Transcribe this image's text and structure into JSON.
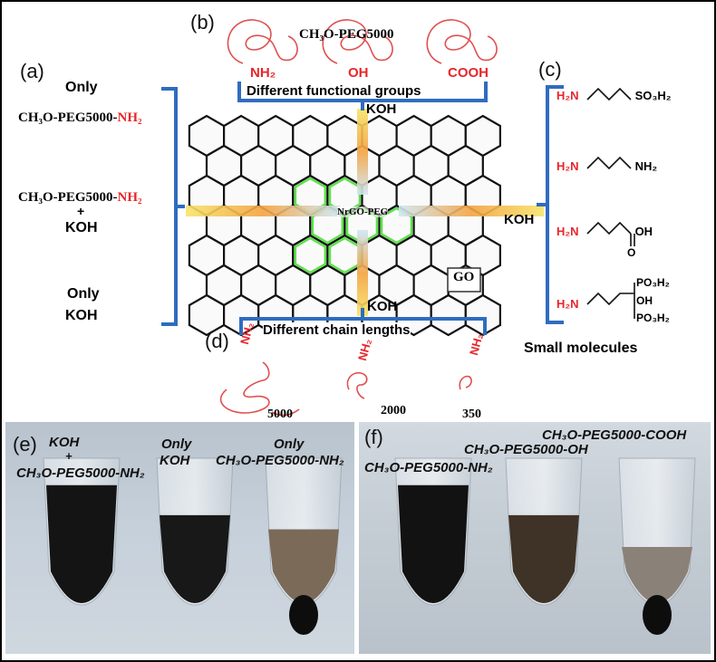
{
  "panels": {
    "a": {
      "label": "(a)",
      "only1": "Only",
      "line1_prefix": "CH₃O-PEG5000-",
      "line1_suffix": "NH₂",
      "line2_prefix": "CH₃O-PEG5000-",
      "line2_suffix": "NH₂",
      "plus": "+",
      "koh1": "KOH",
      "only2": "Only",
      "koh2": "KOH"
    },
    "b": {
      "label": "(b)",
      "title": "CH₃O-PEG5000",
      "groups": [
        "NH₂",
        "OH",
        "COOH"
      ],
      "caption": "Different functional groups",
      "koh": "KOH"
    },
    "c": {
      "label": "(c)",
      "molecules": [
        {
          "amine": "H₂N",
          "end": "SO₃H₂"
        },
        {
          "amine": "H₂N",
          "end": "NH₂"
        },
        {
          "amine": "H₂N",
          "end": "OH",
          "extra": "O"
        },
        {
          "amine": "H₂N",
          "end": "PO₃H₂",
          "end2": "OH",
          "end3": "PO₃H₂"
        }
      ],
      "caption": "Small molecules"
    },
    "center": {
      "nrgo": "NrGO-PEG",
      "go": "GO",
      "koh_right": "KOH"
    },
    "d": {
      "label": "(d)",
      "koh": "KOH",
      "caption": "Different chain lengths",
      "group": "NH₂",
      "lengths": [
        "5000",
        "2000",
        "350"
      ]
    },
    "e": {
      "label": "(e)",
      "tube1_a": "KOH",
      "tube1_b": "+",
      "tube1_c": "CH₃O-PEG5000-NH₂",
      "tube2_a": "Only",
      "tube2_b": "KOH",
      "tube3_a": "Only",
      "tube3_b": "CH₃O-PEG5000-NH₂"
    },
    "f": {
      "label": "(f)",
      "tube1": "CH₃O-PEG5000-NH₂",
      "tube2": "CH₃O-PEG5000-OH",
      "tube3": "CH₃O-PEG5000-COOH"
    }
  },
  "colors": {
    "bracket": "#2f6cc0",
    "red": "#e8262a",
    "hex_green": "#5de24a",
    "photo_bg": "#c2ccd6"
  }
}
